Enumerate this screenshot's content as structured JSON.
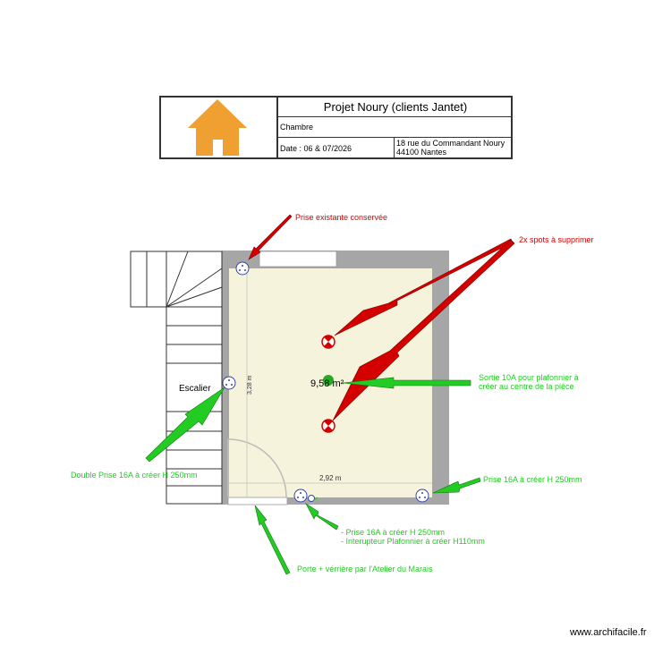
{
  "title_block": {
    "title": "Projet Noury (clients Jantet)",
    "room": "Chambre",
    "date": "Date : 06 & 07/2026",
    "address_line1": "18 rue du Commandant Noury",
    "address_line2": "44100 Nantes"
  },
  "plan": {
    "stair_label": "Escalier",
    "height_dim": "3,28 m",
    "width_dim": "2,92 m",
    "area": "9,58 m²"
  },
  "annotations": {
    "existing_outlet": "Prise existante conservée",
    "spots_remove": "2x spots à supprimer",
    "ceiling_outlet_line1": "Sortie 10A pour plafonnier à",
    "ceiling_outlet_line2": "créer au centre de la pièce",
    "double_outlet": "Double Prise 16A à créer H 250mm",
    "outlet_right": "Prise 16A à créer H 250mm",
    "outlet_bottom_line1": "- Prise 16A à créer H 250mm",
    "outlet_bottom_line2": "- Interupteur Plafonnier à créer H110mm",
    "door": "Porte + vérrière par l'Atelier du Marais"
  },
  "colors": {
    "red": "#d40000",
    "green": "#22cc22",
    "wall": "#a6a6a6",
    "floor": "#f6f3dc",
    "logo_orange": "#f0a030"
  },
  "watermark": "www.archifacile.fr"
}
